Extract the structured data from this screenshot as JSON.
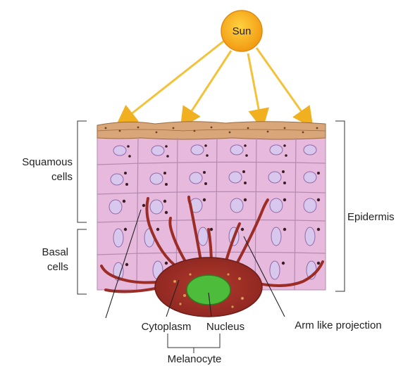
{
  "labels": {
    "sun": "Sun",
    "squamous": [
      "Squamous",
      "cells"
    ],
    "basal": [
      "Basal",
      "cells"
    ],
    "epidermis": "Epidermis",
    "cytoplasm": "Cytoplasm",
    "nucleus": "Nucleus",
    "arm_projection": "Arm like projection",
    "melanocyte": "Melanocyte"
  },
  "colors": {
    "sun": "#f5a31a",
    "sun_ray": "#f4c23a",
    "stratum_corneum": "#d9a679",
    "cell_fill": "#e7b9dd",
    "cell_outline": "#b48ab0",
    "nucleus_fill": "#d9c8ee",
    "melanin": "#3a1e24",
    "melanocyte": "#9c2d26",
    "melanocyte_nucleus": "#4cbc3a",
    "line": "#333333"
  }
}
